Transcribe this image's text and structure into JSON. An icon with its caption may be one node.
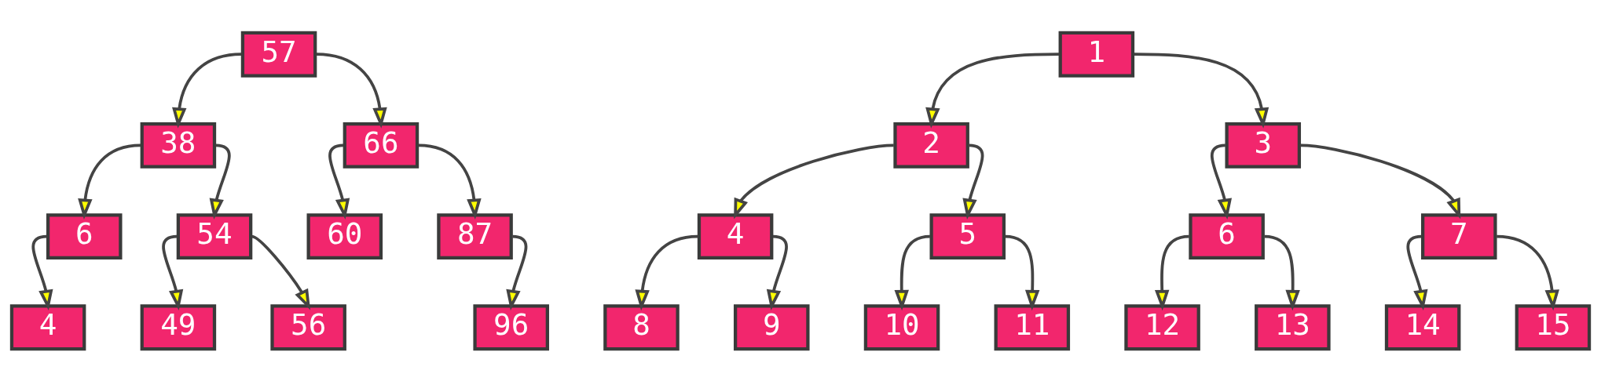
{
  "diagram": {
    "nodes": [
      {
        "text": [
          "57"
        ]
      },
      {
        "text": [
          "38"
        ]
      },
      {
        "text": [
          "66"
        ]
      },
      {
        "text": [
          "6"
        ]
      },
      {
        "text": [
          "54"
        ]
      },
      {
        "text": [
          "60"
        ]
      },
      {
        "text": [
          "87"
        ]
      },
      {
        "text": [
          "4"
        ]
      },
      {
        "text": [
          "49"
        ]
      },
      {
        "text": [
          "56"
        ]
      },
      {
        "text": [
          "96"
        ]
      },
      {
        "text": [
          "1"
        ]
      },
      {
        "text": [
          "2"
        ]
      },
      {
        "text": [
          "3"
        ]
      },
      {
        "text": [
          "4"
        ]
      },
      {
        "text": [
          "5"
        ]
      },
      {
        "text": [
          "6"
        ]
      },
      {
        "text": [
          "7"
        ]
      },
      {
        "text": [
          "8"
        ]
      },
      {
        "text": [
          "9"
        ]
      },
      {
        "text": [
          "10"
        ]
      },
      {
        "text": [
          "11"
        ]
      },
      {
        "text": [
          "12"
        ]
      },
      {
        "text": [
          "13"
        ]
      },
      {
        "text": [
          "14"
        ]
      },
      {
        "text": [
          "15"
        ]
      }
    ],
    "edges": [
      {
        "from": 0,
        "to": 1,
        "arrow": "to"
      },
      {
        "from": 0,
        "to": 2,
        "arrow": "to"
      },
      {
        "from": 1,
        "to": 3,
        "arrow": "to"
      },
      {
        "from": 1,
        "to": 4,
        "arrow": "to"
      },
      {
        "from": 2,
        "to": 5,
        "arrow": "to"
      },
      {
        "from": 2,
        "to": 6,
        "arrow": "to"
      },
      {
        "from": 3,
        "to": 7,
        "arrow": "to"
      },
      {
        "from": 4,
        "to": 8,
        "arrow": "to"
      },
      {
        "from": 4,
        "to": 9,
        "arrow": "to"
      },
      {
        "from": 6,
        "to": 10,
        "arrow": "to"
      },
      {
        "from": 11,
        "to": 12,
        "arrow": "to"
      },
      {
        "from": 11,
        "to": 13,
        "arrow": "to"
      },
      {
        "from": 12,
        "to": 14,
        "arrow": "to"
      },
      {
        "from": 12,
        "to": 15,
        "arrow": "to"
      },
      {
        "from": 13,
        "to": 16,
        "arrow": "to"
      },
      {
        "from": 13,
        "to": 17,
        "arrow": "to"
      },
      {
        "from": 14,
        "to": 18,
        "arrow": "to"
      },
      {
        "from": 14,
        "to": 19,
        "arrow": "to"
      },
      {
        "from": 15,
        "to": 20,
        "arrow": "to"
      },
      {
        "from": 15,
        "to": 21,
        "arrow": "to"
      },
      {
        "from": 16,
        "to": 22,
        "arrow": "to"
      },
      {
        "from": 16,
        "to": 23,
        "arrow": "to"
      },
      {
        "from": 17,
        "to": 24,
        "arrow": "to"
      },
      {
        "from": 17,
        "to": 25,
        "arrow": "to"
      }
    ]
  }
}
